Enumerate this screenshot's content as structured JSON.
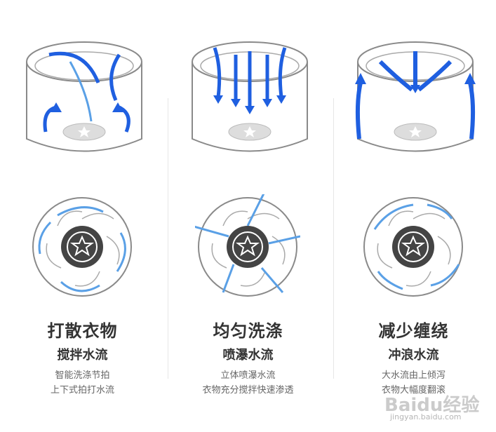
{
  "columns": [
    {
      "title": "打散衣物",
      "subtitle": "搅拌水流",
      "lines": [
        "智能洗涤节拍",
        "上下式拍打水流"
      ]
    },
    {
      "title": "均匀洗涤",
      "subtitle": "喷瀑水流",
      "lines": [
        "立体喷瀑水流",
        "衣物充分搅拌快速渗透"
      ]
    },
    {
      "title": "减少缠绕",
      "subtitle": "冲浪水流",
      "lines": [
        "大水流由上倾泻",
        "衣物大幅度翻滚"
      ]
    }
  ],
  "watermark": {
    "text": "Baidu经验",
    "sub": "jingyan.baidu.com"
  },
  "colors": {
    "arrow": "#1f5fe0",
    "arrow_light": "#5aa0e6",
    "hub": "#444444",
    "outline": "#8a8a8a"
  }
}
